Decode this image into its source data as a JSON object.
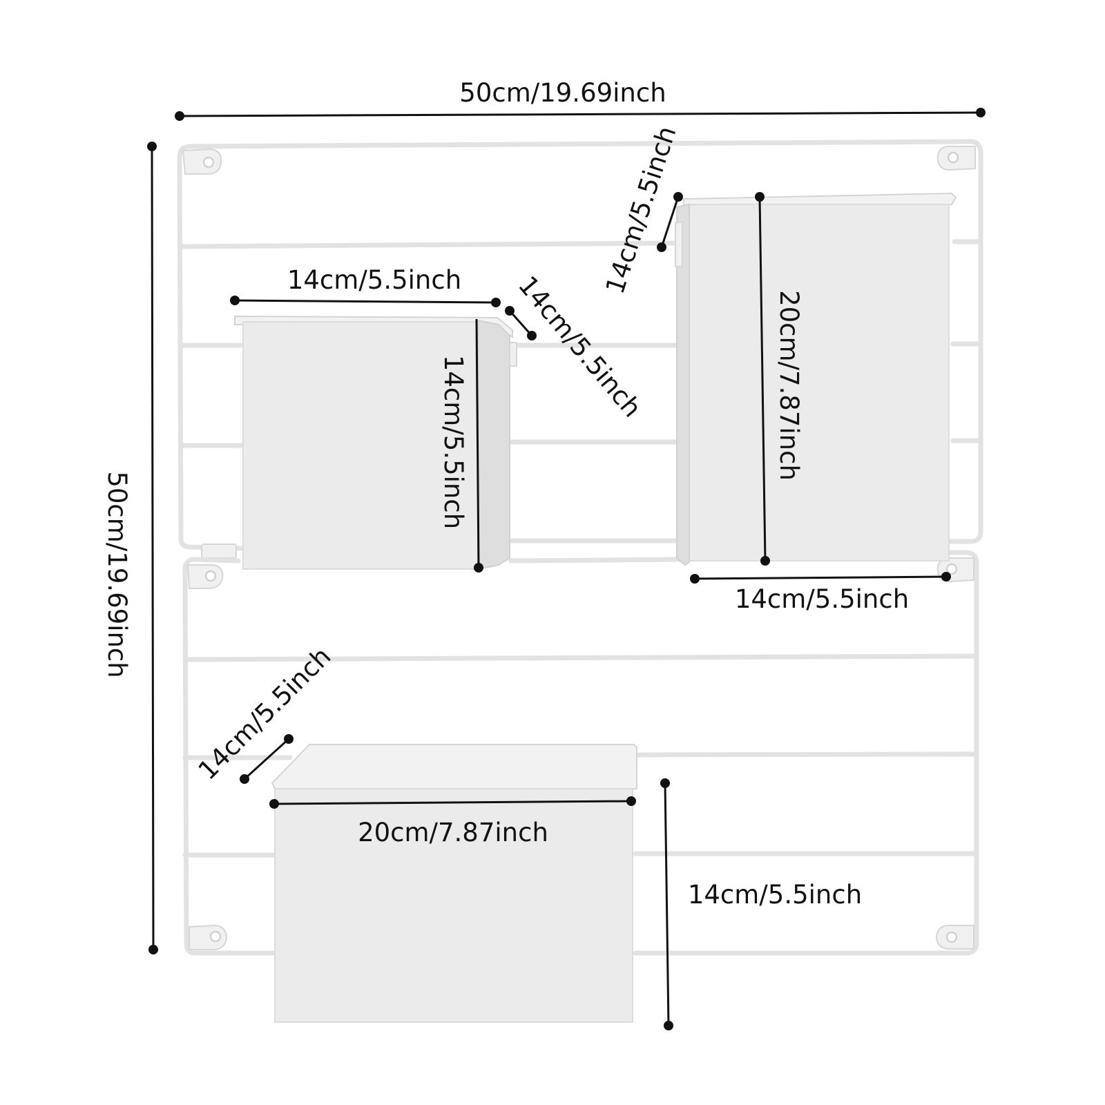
{
  "dimensions": [
    {
      "id": "overall-width",
      "label": "50cm/19.69inch"
    },
    {
      "id": "overall-height",
      "label": "50cm/19.69inch"
    },
    {
      "id": "left-box-width",
      "label": "14cm/5.5inch"
    },
    {
      "id": "left-box-height",
      "label": "14cm/5.5inch"
    },
    {
      "id": "left-box-depth",
      "label": "14cm/5.5inch"
    },
    {
      "id": "right-box-depth",
      "label": "14cm/5.5inch"
    },
    {
      "id": "right-box-height",
      "label": "20cm/7.87inch"
    },
    {
      "id": "right-box-width",
      "label": "14cm/5.5inch"
    },
    {
      "id": "bottom-box-depth",
      "label": "14cm/5.5inch"
    },
    {
      "id": "bottom-box-width",
      "label": "20cm/7.87inch"
    },
    {
      "id": "bottom-box-height",
      "label": "14cm/5.5inch"
    }
  ],
  "colors": {
    "dimension_ink": "#111111",
    "product_white": "#ebebeb",
    "wire_frame": "#e2e2e2"
  }
}
